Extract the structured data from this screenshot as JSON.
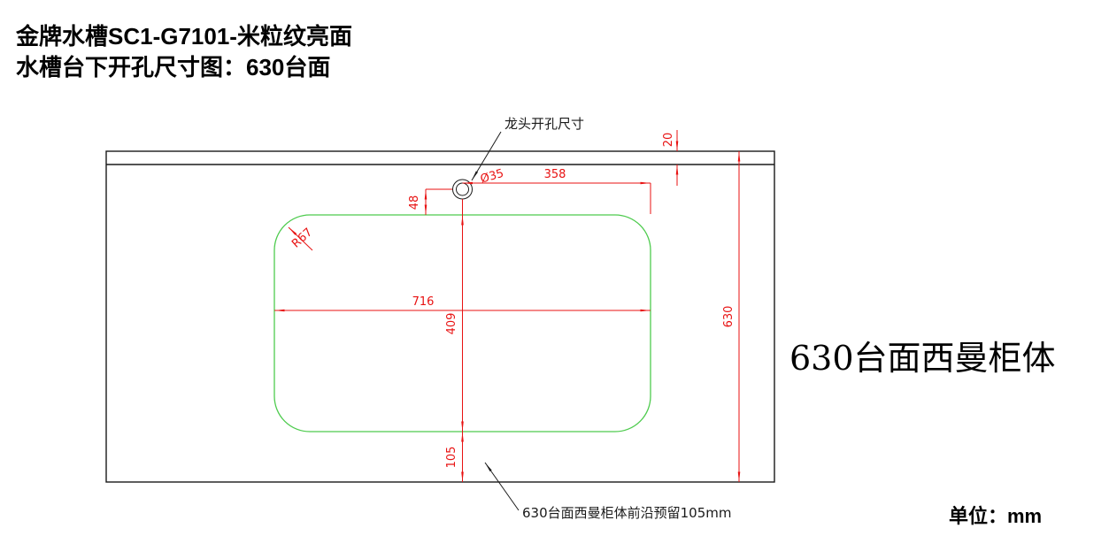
{
  "page": {
    "title_line1": "金牌水槽SC1-G7101-米粒纹亮面",
    "title_line2": "水槽台下开孔尺寸图：630台面",
    "side_label": "630台面西曼柜体",
    "unit_label": "单位：mm"
  },
  "drawing": {
    "faucet_callout": "龙头开孔尺寸",
    "bottom_note": "630台面西曼柜体前沿预留105mm",
    "dims": {
      "faucet_diameter": "Ø35",
      "center_to_right": "358",
      "faucet_offset": "48",
      "corner_radius": "R67",
      "cutout_width": "716",
      "cutout_depth": "409",
      "counter_depth": "630",
      "back_gap": "20",
      "front_reserve": "105"
    },
    "colors": {
      "outline": "#1a1a1a",
      "cutout": "#4ecb4e",
      "dimension": "#e81212"
    }
  }
}
